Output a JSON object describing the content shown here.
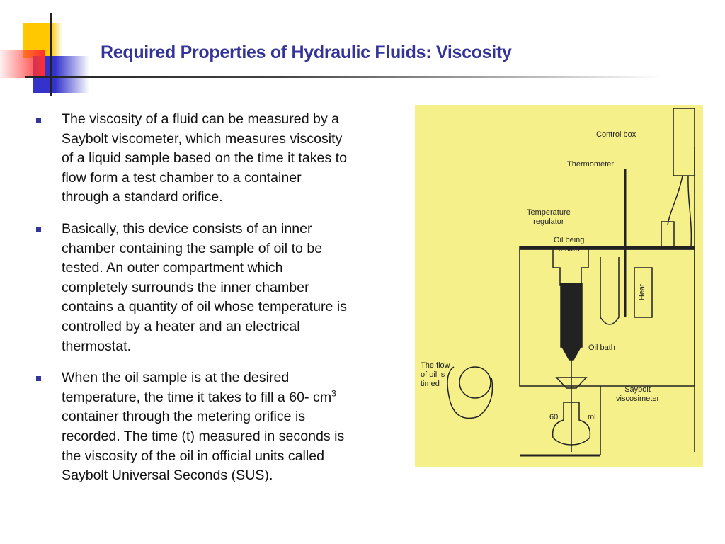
{
  "slide": {
    "title": "Required Properties of Hydraulic Fluids: Viscosity",
    "colors": {
      "title": "#333399",
      "bullet": "#333399",
      "diagram_background": "#f6f08a"
    },
    "bullets": [
      {
        "lines": [
          "The viscosity of a fluid can be measured by a",
          "Saybolt viscometer, which measures viscosity",
          "of a liquid sample based on the time it takes to",
          "flow form a test chamber to a container",
          "through a standard orifice."
        ]
      },
      {
        "lines": [
          "Basically, this device consists of an inner",
          "chamber containing the sample of oil to be",
          "tested.  An outer compartment which",
          "completely surrounds the inner chamber",
          "contains a quantity of oil whose temperature is",
          "controlled by a heater and an electrical",
          "thermostat."
        ]
      },
      {
        "lines": [
          "When the oil sample is at the desired",
          "temperature, the time it takes to fill a 60- cm",
          "container through the metering orifice is",
          "recorded.  The time (t) measured in seconds is",
          "the viscosity of the oil in official units called",
          "Saybolt Universal Seconds (SUS)."
        ],
        "superscript": "3"
      }
    ]
  },
  "diagram": {
    "labels": {
      "control_box": "Control box",
      "thermometer": "Thermometer",
      "temperature_regulator": [
        "Temperature",
        "regulator"
      ],
      "oil_being_tested": [
        "Oil being",
        "tested"
      ],
      "heat": "Heat",
      "oil_bath": "Oil bath",
      "flow_timed": [
        "The flow",
        "of oil is",
        "timed"
      ],
      "saybolt": [
        "Saybolt",
        "viscosimeter"
      ],
      "sixty": "60",
      "ml": "ml"
    }
  }
}
